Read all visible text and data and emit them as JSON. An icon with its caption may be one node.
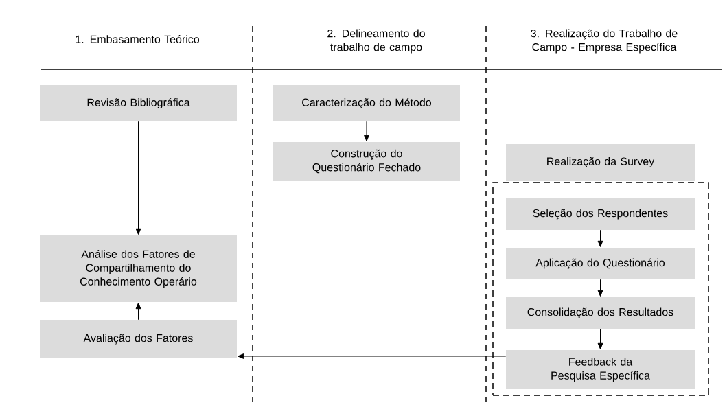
{
  "diagram": {
    "nodes": [
      {
        "text": [
          "Revisão Bibliográfica"
        ]
      },
      {
        "text": [
          "Caracterização do Método"
        ]
      },
      {
        "text": [
          "Construção do Questionário Fechado"
        ]
      },
      {
        "text": [
          "Realização da Survey"
        ]
      },
      {
        "text": [],
        "shape": "box"
      },
      {
        "text": [
          "Seleção dos Respondentes"
        ],
        "in": 4
      },
      {
        "text": [
          "Aplicação do Questionário"
        ],
        "in": 4
      },
      {
        "text": [
          "Consolidação dos Resultados"
        ],
        "in": 4
      },
      {
        "text": [
          "Feedback da Pesquisa Específica"
        ],
        "in": 4
      },
      {
        "text": [
          "Análise dos Fatores de Compartilhamento do Conhecimento Operário"
        ]
      },
      {
        "text": [
          "Avaliação dos Fatores"
        ]
      }
    ],
    "edges": [
      {
        "from": 0,
        "to": 9,
        "arrow": "to"
      },
      {
        "from": 1,
        "to": 2,
        "arrow": "to"
      },
      {
        "from": 10,
        "to": 9,
        "arrow": "to"
      },
      {
        "from": 5,
        "to": 6,
        "arrow": "to"
      },
      {
        "from": 6,
        "to": 7,
        "arrow": "to"
      },
      {
        "from": 7,
        "to": 8,
        "arrow": "to"
      },
      {
        "from": 8,
        "to": 10,
        "arrow": "to"
      }
    ],
    "labels": [
      "1. Embasamento Teórico",
      "2. Delineamento do trabalho de campo",
      "3. Realização do Trabalho de Campo - Empresa Específica"
    ]
  }
}
